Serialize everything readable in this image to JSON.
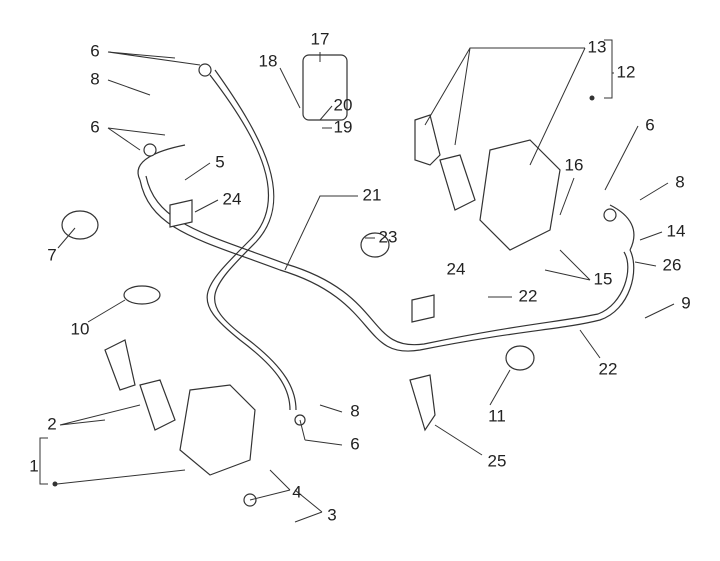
{
  "callouts": [
    "6",
    "8",
    "6",
    "5",
    "24",
    "7",
    "10",
    "17",
    "18",
    "20",
    "19",
    "21",
    "13",
    "12",
    "16",
    "6",
    "8",
    "14",
    "26",
    "23",
    "24",
    "22",
    "15",
    "9",
    "22",
    "11",
    "25",
    "2",
    "1",
    "8",
    "6",
    "4",
    "3"
  ],
  "colors": {
    "line": "#333333",
    "background": "#ffffff"
  }
}
